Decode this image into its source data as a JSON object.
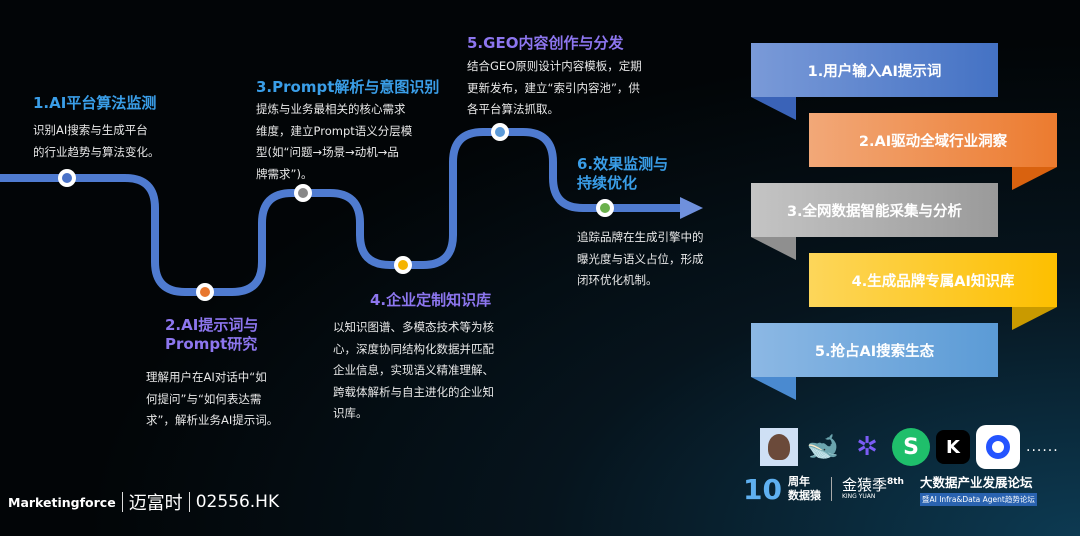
{
  "steps": [
    {
      "title": "1.AI平台算法监测",
      "desc": [
        "识别AI搜索与生成平台",
        "的行业趋势与算法变化。"
      ]
    },
    {
      "title": [
        "2.AI提示词与",
        "Prompt研究"
      ],
      "desc": [
        "理解用户在AI对话中“如",
        "何提问”与“如何表达需",
        "求”，解析业务AI提示词。"
      ]
    },
    {
      "title": "3.Prompt解析与意图识别",
      "desc": [
        "提炼与业务最相关的核心需求",
        "维度，建立Prompt语义分层模",
        "型(如“问题→场景→动机→品",
        "牌需求”)。"
      ]
    },
    {
      "title": "4.企业定制知识库",
      "desc": [
        "以知识图谱、多模态技术等为核",
        "心，深度协同结构化数据并匹配",
        "企业信息，实现语义精准理解、",
        "跨载体解析与自主进化的企业知",
        "识库。"
      ]
    },
    {
      "title": "5.GEO内容创作与分发",
      "desc": [
        "结合GEO原则设计内容模板，定期",
        "更新发布，建立“索引内容池”，供",
        "各平台算法抓取。"
      ]
    },
    {
      "title": [
        "6.效果监测与",
        "持续优化"
      ],
      "desc": [
        "追踪品牌在生成引擎中的",
        "曝光度与语义占位，形成",
        "闭环优化机制。"
      ]
    }
  ],
  "ribbons": [
    "1.用户输入AI提示词",
    "2.AI驱动全域行业洞察",
    "3.全网数据智能采集与分析",
    "4.生成品牌专属AI知识库",
    "5.抢占AI搜索生态"
  ],
  "colors": {
    "path": "#4f7bd0",
    "blue_title": "#3a9ee8",
    "purple_title": "#8d76ef"
  },
  "footer": {
    "brand": "Marketingforce",
    "cn": "迈富时",
    "ticker": "02556.HK"
  },
  "event": {
    "anniv": "周年",
    "anniv2": "数据猿",
    "ten": "10",
    "kingyuan": "金猿季",
    "kingyuan_en": "KING YUAN",
    "eighth": "8th",
    "forum": "大数据产业发展论坛",
    "sub": "暨AI Infra&Data Agent趋势论坛",
    "more": "......"
  }
}
